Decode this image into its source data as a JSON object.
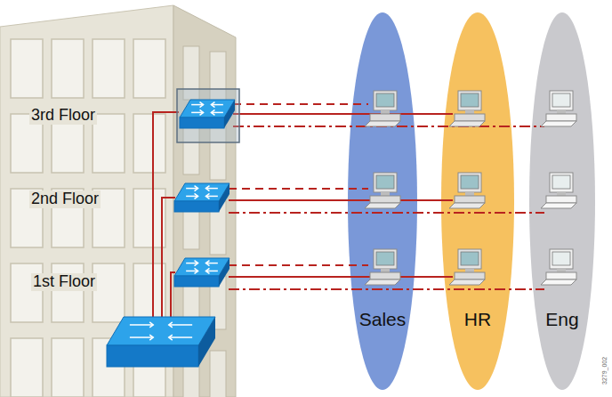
{
  "diagram": {
    "nodes": [
      {
        "text": [
          "Sales"
        ]
      },
      {
        "text": [
          "HR"
        ]
      },
      {
        "text": [
          "Eng"
        ]
      }
    ],
    "labels": [
      "3rd Floor",
      "2nd Floor",
      "1st Floor",
      "3279_002"
    ]
  }
}
